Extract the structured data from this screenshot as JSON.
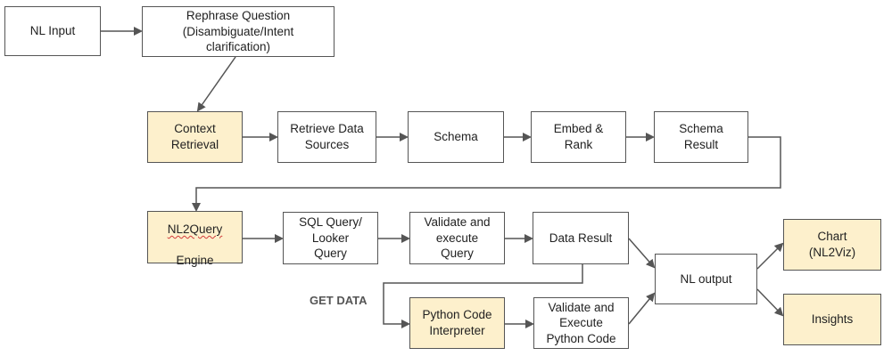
{
  "colors": {
    "box_border": "#555555",
    "highlight_fill": "#fdf0cc",
    "arrow": "#555555",
    "spellcheck_underline": "#d23b3b"
  },
  "nodes": {
    "nl_input": "NL Input",
    "rephrase": "Rephrase Question\n(Disambiguate/Intent\nclarification)",
    "context_retrieval": "Context\nRetrieval",
    "retrieve_sources": "Retrieve Data\nSources",
    "schema": "Schema",
    "embed_rank": "Embed &\nRank",
    "schema_result": "Schema\nResult",
    "nl2query_line1": "NL2Query",
    "nl2query_line2": "Engine",
    "sql_query": "SQL Query/\nLooker\nQuery",
    "validate_execute_query": "Validate and\nexecute\nQuery",
    "data_result": "Data Result",
    "python_interpreter": "Python Code\nInterpreter",
    "validate_python": "Validate and\nExecute\nPython Code",
    "nl_output": "NL output",
    "chart": "Chart\n(NL2Viz)",
    "insights": "Insights"
  },
  "labels": {
    "get_data": "GET DATA"
  }
}
